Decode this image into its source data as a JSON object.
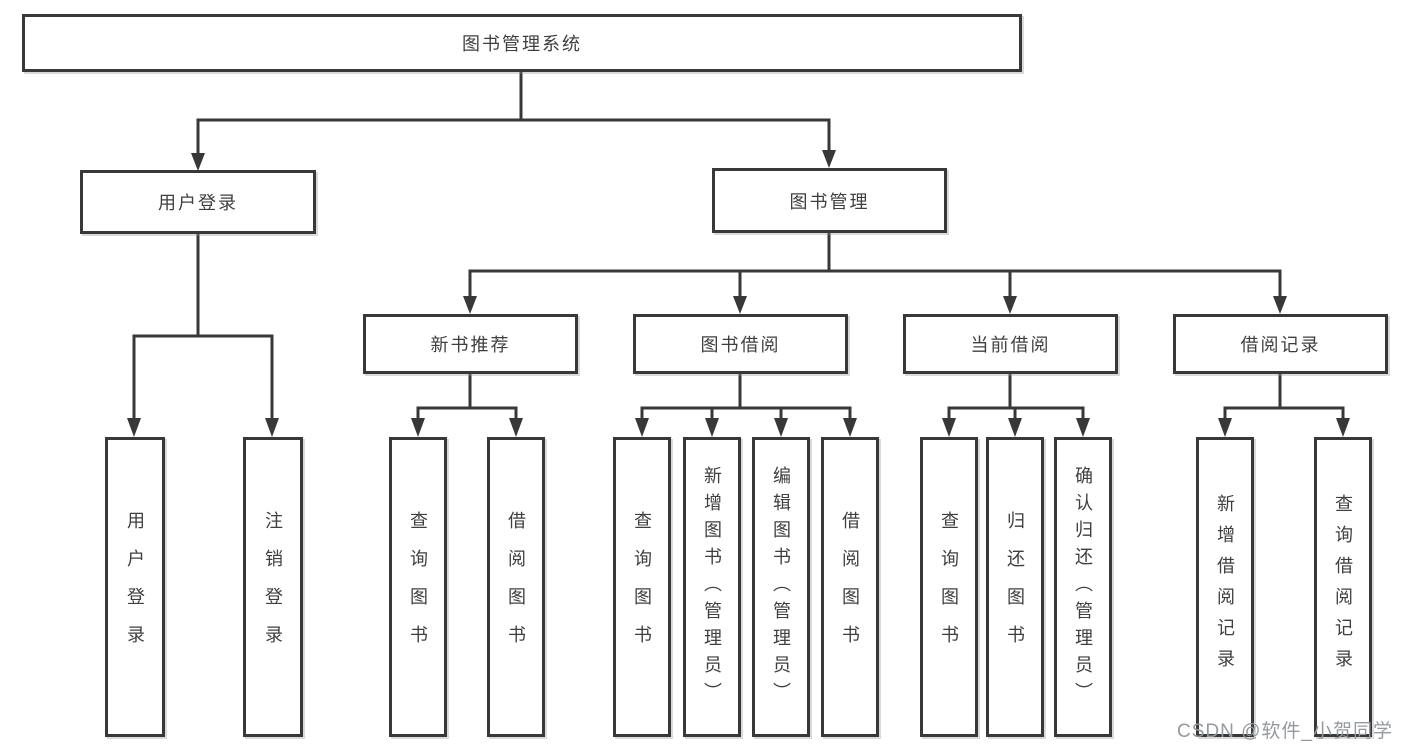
{
  "diagram_type": "functional-structure-tree",
  "colors": {
    "line": "#383838",
    "box_border": "#383838",
    "box_fill": "#ffffff",
    "text": "#3f3f3f",
    "watermark_text": "#96999e",
    "background": "#ffffff"
  },
  "watermark": "CSDN @软件_小贺同学",
  "tree": {
    "label": "图书管理系统",
    "children": [
      {
        "label": "用户登录",
        "children": [
          {
            "label": "用户登录"
          },
          {
            "label": "注销登录"
          }
        ]
      },
      {
        "label": "图书管理",
        "children": [
          {
            "label": "新书推荐",
            "children": [
              {
                "label": "查询图书"
              },
              {
                "label": "借阅图书"
              }
            ]
          },
          {
            "label": "图书借阅",
            "children": [
              {
                "label": "查询图书"
              },
              {
                "label": "新增图书（管理员）"
              },
              {
                "label": "编辑图书（管理员）"
              },
              {
                "label": "借阅图书"
              }
            ]
          },
          {
            "label": "当前借阅",
            "children": [
              {
                "label": "查询图书"
              },
              {
                "label": "归还图书"
              },
              {
                "label": "确认归还（管理员）"
              }
            ]
          },
          {
            "label": "借阅记录",
            "children": [
              {
                "label": "新增借阅记录"
              },
              {
                "label": "查询借阅记录"
              }
            ]
          }
        ]
      }
    ]
  }
}
